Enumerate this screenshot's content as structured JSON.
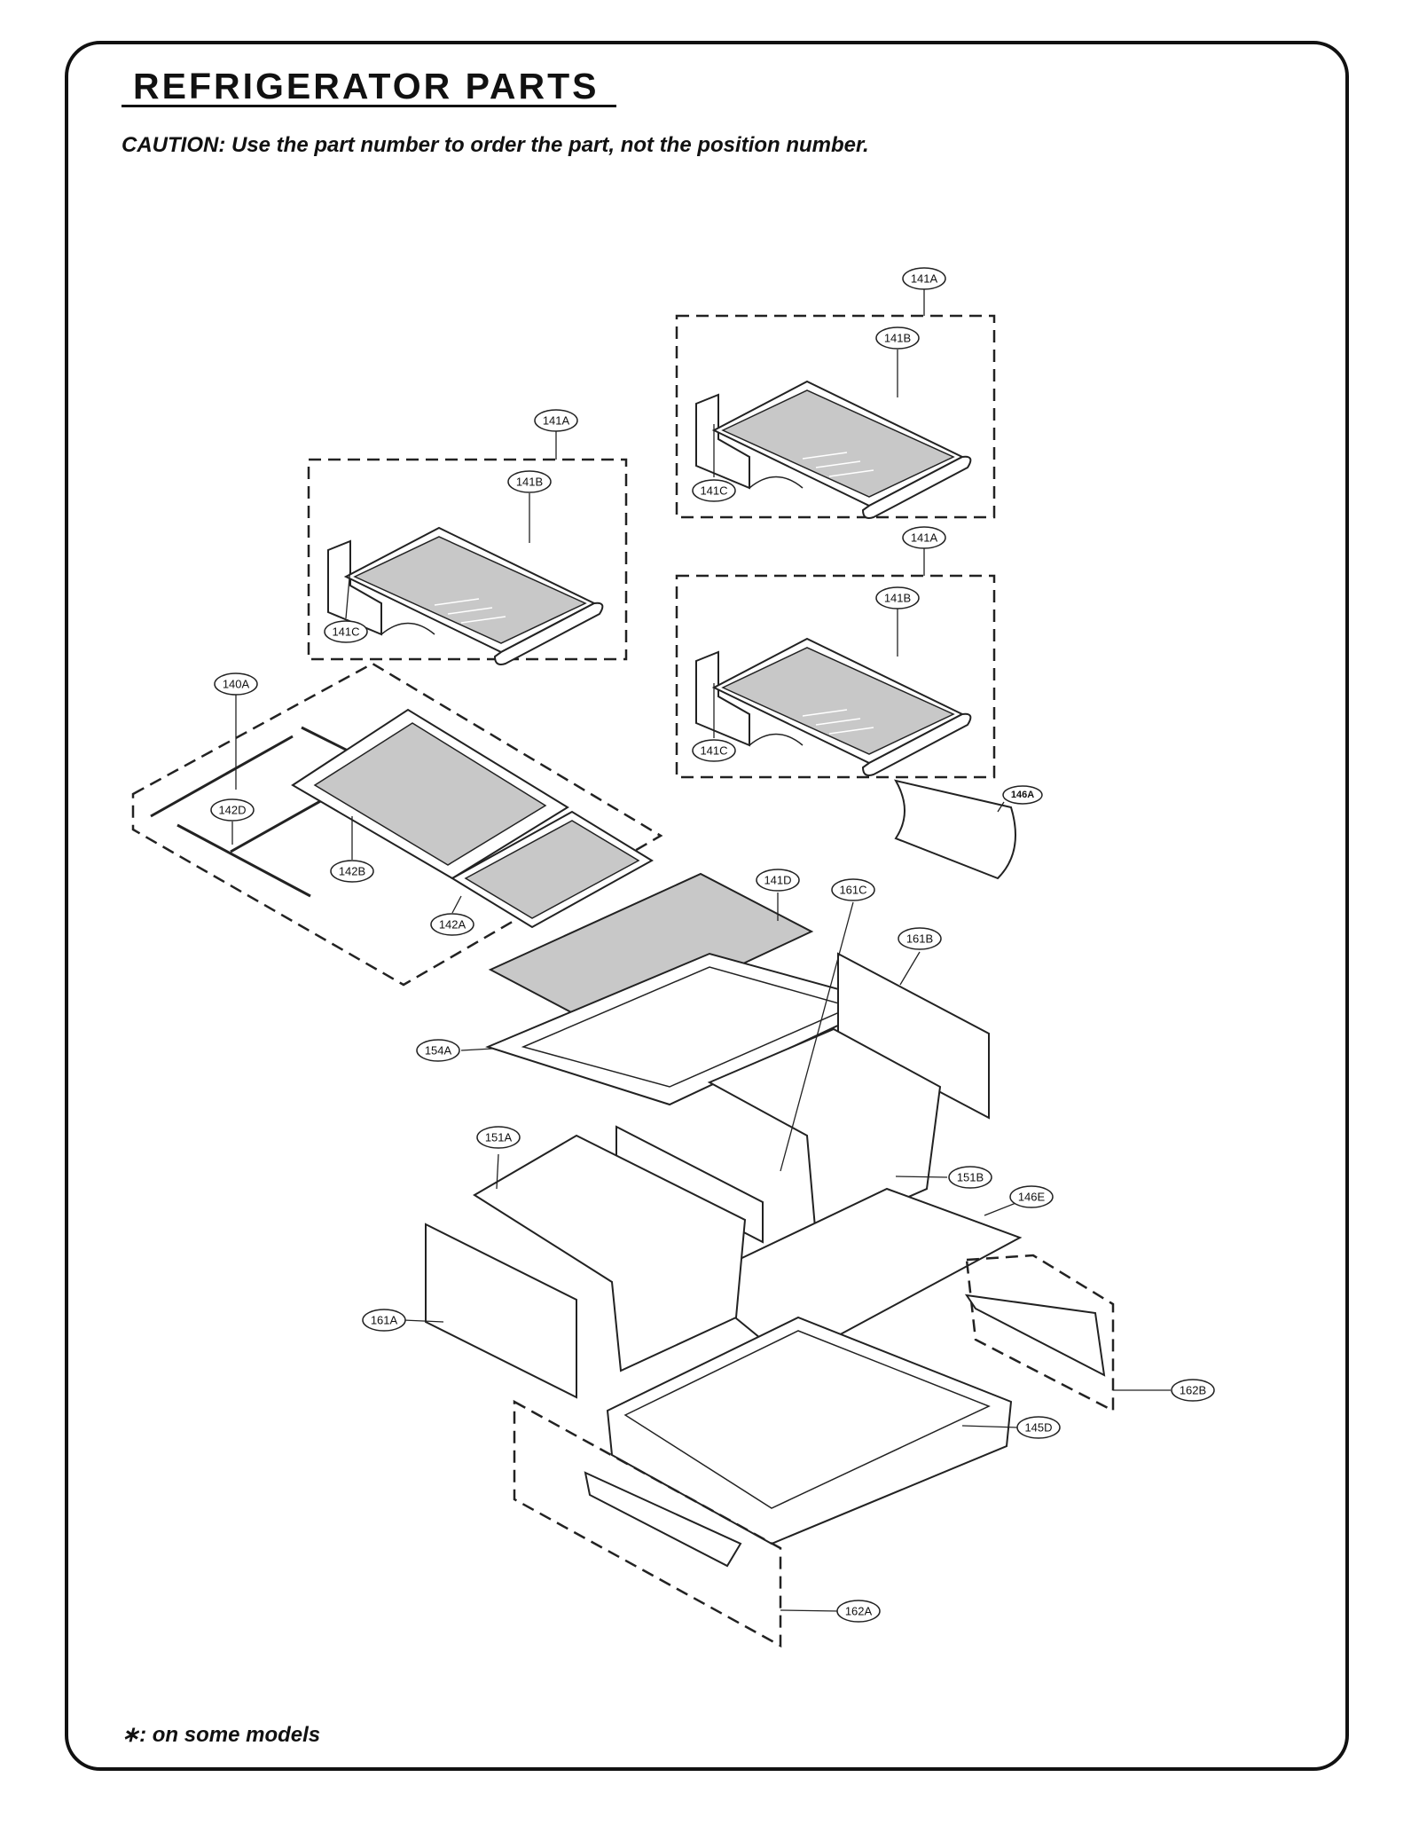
{
  "header": {
    "title": "REFRIGERATOR PARTS",
    "caution": "CAUTION: Use the part number to order the part, not the position number."
  },
  "footer": {
    "note": "∗: on some models"
  },
  "callouts": {
    "c141A_1": "141A",
    "c141B_1": "141B",
    "c141C_1": "141C",
    "c141A_2": "141A",
    "c141B_2": "141B",
    "c141C_2": "141C",
    "c141A_3": "141A",
    "c141B_3": "141B",
    "c141C_3": "141C",
    "c146A": "146A",
    "c140A": "140A",
    "c142D": "142D",
    "c142B": "142B",
    "c142A": "142A",
    "c141D": "141D",
    "c161C": "161C",
    "c161B": "161B",
    "c154A": "154A",
    "c151A": "151A",
    "c151B": "151B",
    "c146E": "146E",
    "c161A": "161A",
    "c162B": "162B",
    "c145D": "145D",
    "c162A": "162A"
  }
}
